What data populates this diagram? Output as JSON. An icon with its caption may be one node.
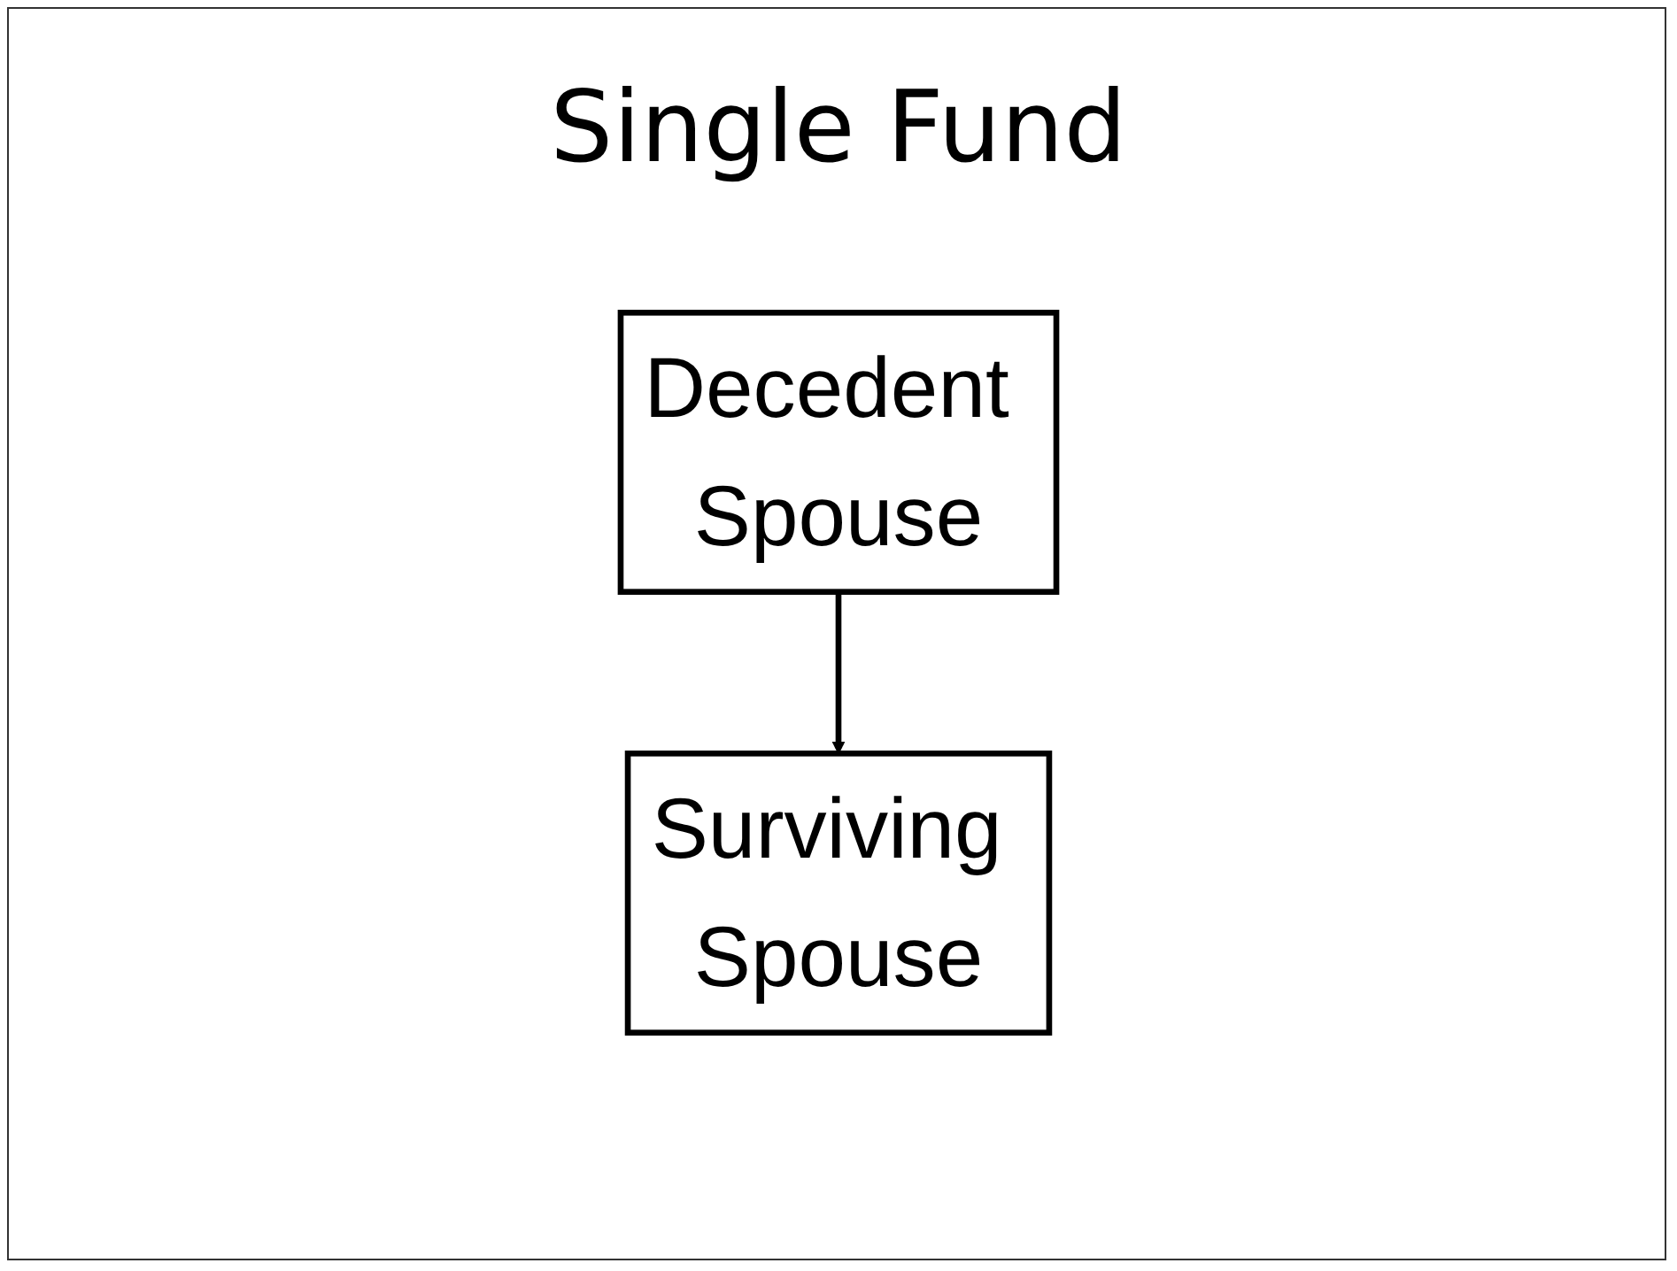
{
  "diagram": {
    "title": "Single Fund",
    "nodes": [
      {
        "text": [
          "Decedent Spouse"
        ]
      },
      {
        "text": [
          "Surviving Spouse"
        ]
      }
    ],
    "edges": [
      {
        "from": 0,
        "to": 1,
        "arrow": "to"
      }
    ]
  }
}
